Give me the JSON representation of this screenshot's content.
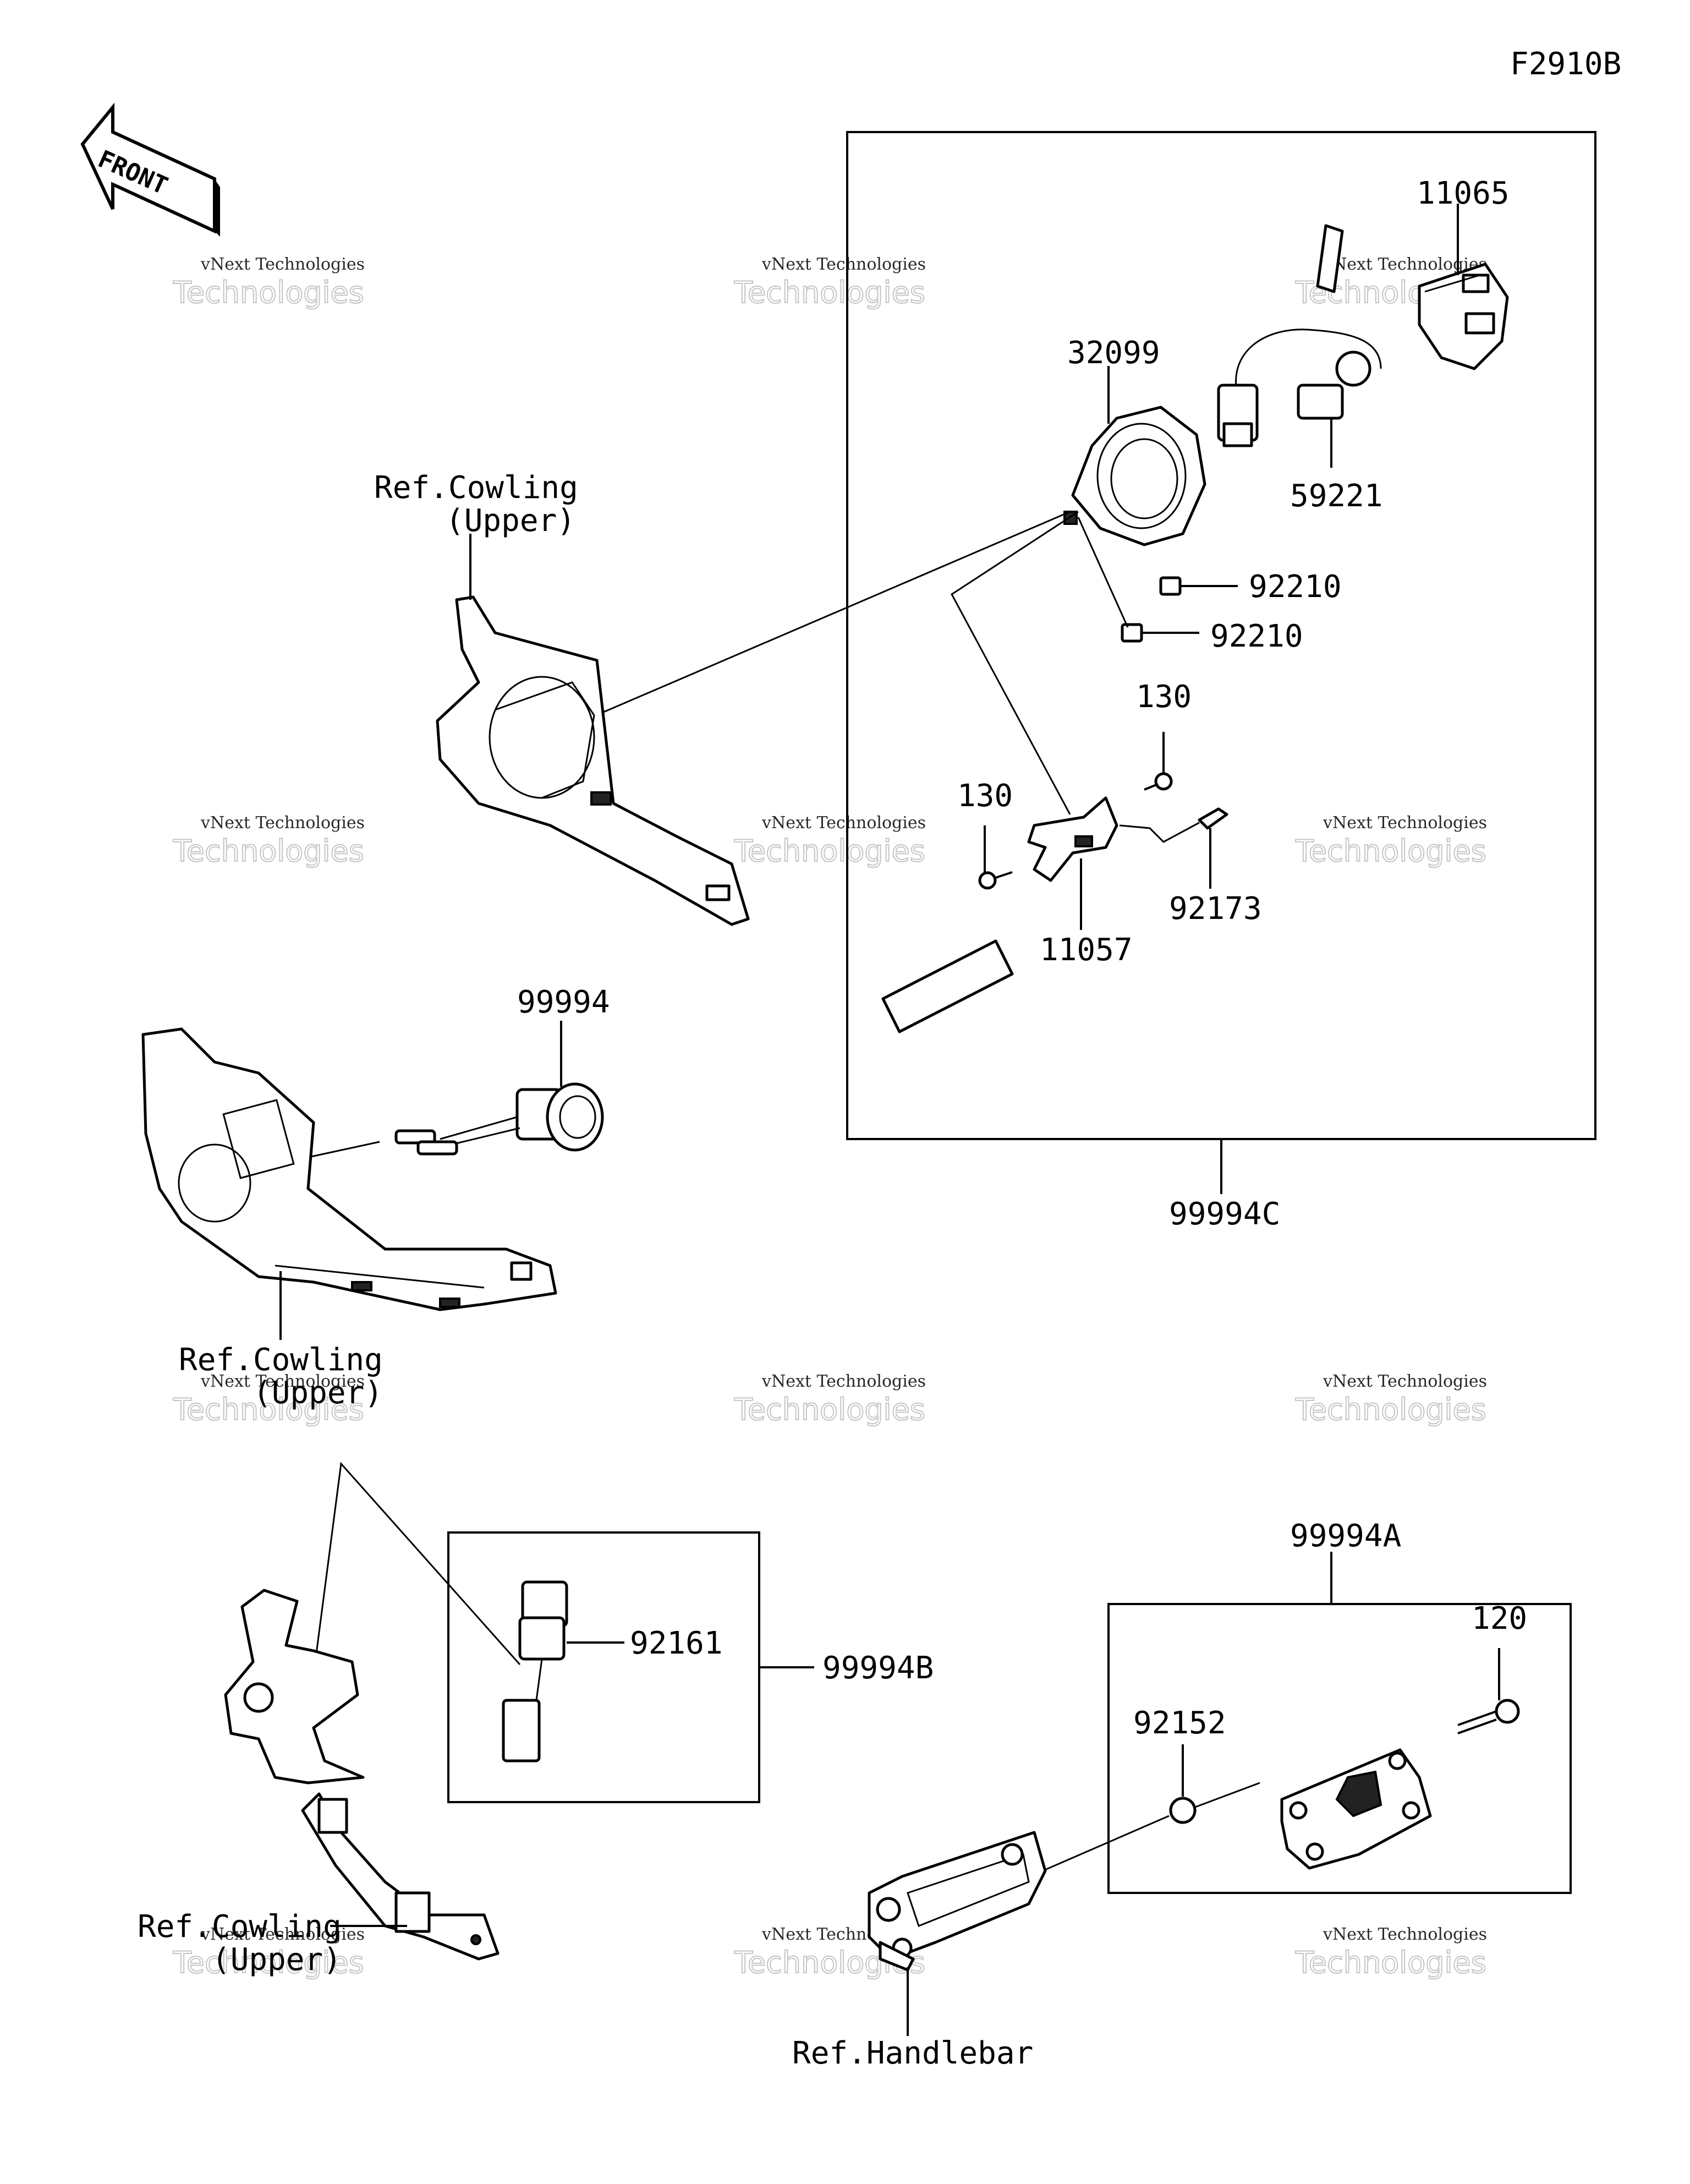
{
  "figure_code": "F2910B",
  "front_label": "FRONT",
  "watermark": {
    "line1": "vNext Technologies",
    "line2": "Technologies",
    "brand": "vNext"
  },
  "part_numbers": {
    "p11065": "11065",
    "p32099": "32099",
    "p59221": "59221",
    "p92210_a": "92210",
    "p92210_b": "92210",
    "p130_a": "130",
    "p130_b": "130",
    "p92173": "92173",
    "p11057": "11057",
    "p99994": "99994",
    "p99994C": "99994C",
    "p92161": "92161",
    "p99994B": "99994B",
    "p99994A": "99994A",
    "p120": "120",
    "p92152": "92152"
  },
  "references": {
    "cowling_upper_1a": "Ref.Cowling",
    "cowling_upper_1b": "(Upper)",
    "cowling_upper_2a": "Ref.Cowling",
    "cowling_upper_2b": "(Upper)",
    "cowling_upper_3a": "Ref.Cowling",
    "cowling_upper_3b": "(Upper)",
    "handlebar": "Ref.Handlebar"
  }
}
